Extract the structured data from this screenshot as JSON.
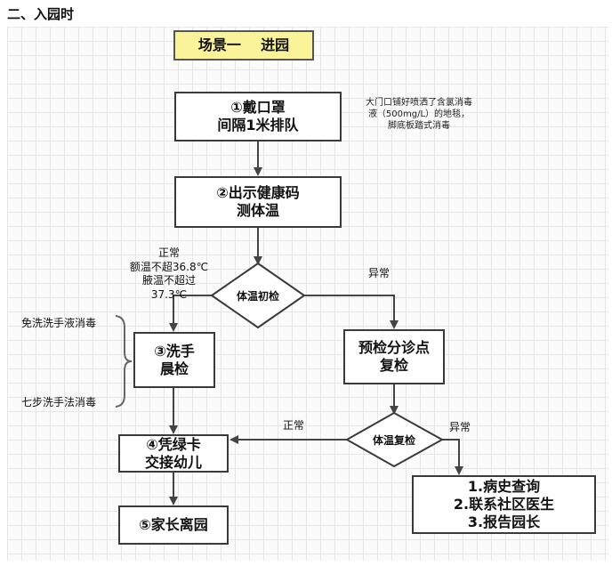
{
  "heading": "二、入园时",
  "scene": "场景一    进园",
  "step1": {
    "line1": "①戴口罩",
    "line2": "间隔1米排队"
  },
  "note_mat": {
    "line1": "大门口铺好喷洒了含氯消毒",
    "line2": "液（500mg/L）的地毯，",
    "line3": "脚底板踏式消毒"
  },
  "step2": {
    "line1": "②出示健康码",
    "line2": "测体温"
  },
  "normal_label": {
    "line1": "正常",
    "line2": "额温不超36.8℃",
    "line3": "腋温不超过37.3℃"
  },
  "check1": "体温初检",
  "abnormal1": "异常",
  "step3": {
    "line1": "③洗手",
    "line2": "晨检"
  },
  "brace_top": "免洗洗手液消毒",
  "brace_bottom": "七步洗手法消毒",
  "recheck_box": {
    "line1": "预检分诊点",
    "line2": "复检"
  },
  "check2": "体温复检",
  "normal2": "正常",
  "abnormal2": "异常",
  "step4": {
    "line1": "④凭绿卡",
    "line2": "交接幼儿"
  },
  "step5": "⑤家长离园",
  "abnormal_box": {
    "line1": "1.病史查询",
    "line2": "2.联系社区医生",
    "line3": "3.报告园长"
  }
}
